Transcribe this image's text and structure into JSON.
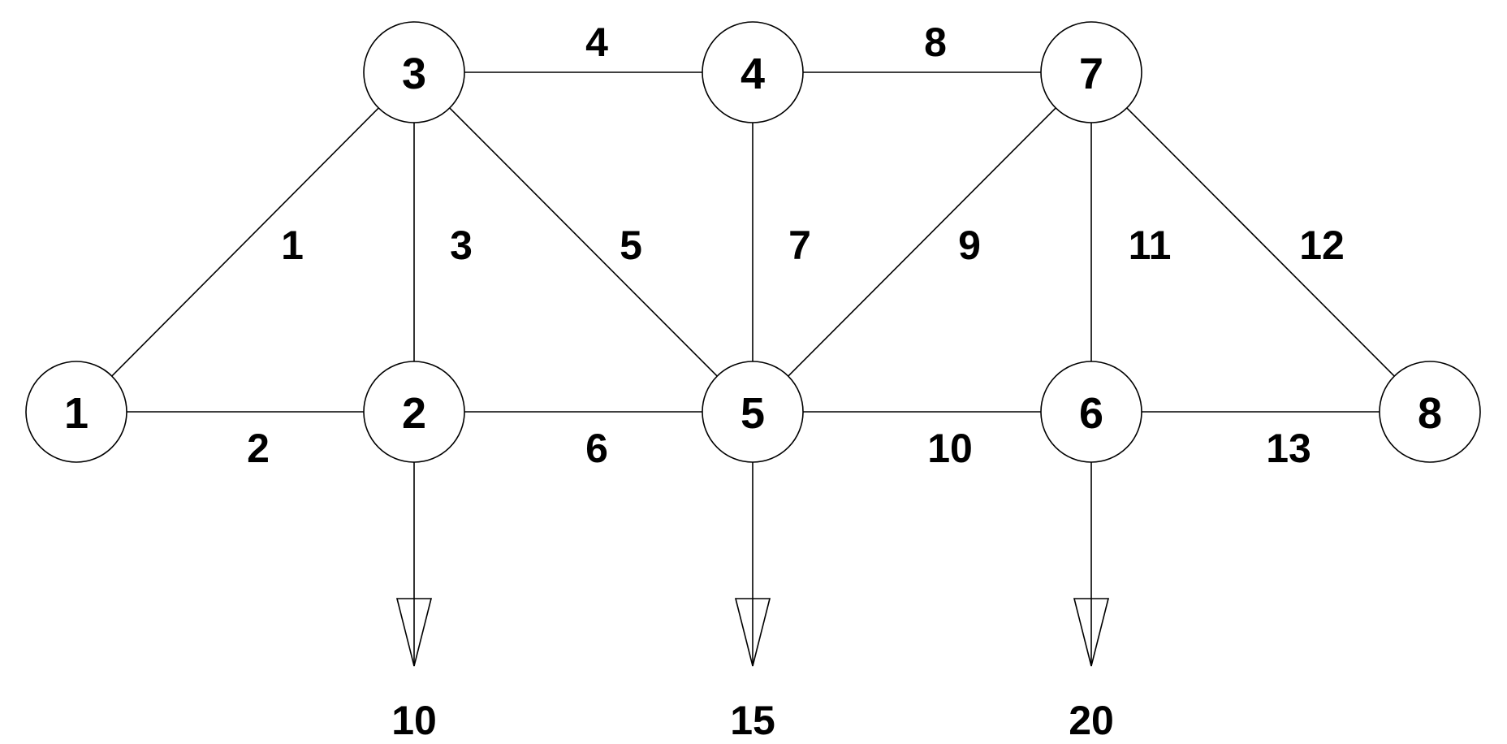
{
  "nodes": [
    {
      "id": "1",
      "label": "1"
    },
    {
      "id": "2",
      "label": "2"
    },
    {
      "id": "3",
      "label": "3"
    },
    {
      "id": "4",
      "label": "4"
    },
    {
      "id": "5",
      "label": "5"
    },
    {
      "id": "6",
      "label": "6"
    },
    {
      "id": "7",
      "label": "7"
    },
    {
      "id": "8",
      "label": "8"
    }
  ],
  "edges": [
    {
      "from": "1",
      "to": "3",
      "label": "1"
    },
    {
      "from": "1",
      "to": "2",
      "label": "2"
    },
    {
      "from": "2",
      "to": "3",
      "label": "3"
    },
    {
      "from": "3",
      "to": "4",
      "label": "4"
    },
    {
      "from": "3",
      "to": "5",
      "label": "5"
    },
    {
      "from": "2",
      "to": "5",
      "label": "6"
    },
    {
      "from": "4",
      "to": "5",
      "label": "7"
    },
    {
      "from": "4",
      "to": "7",
      "label": "8"
    },
    {
      "from": "5",
      "to": "7",
      "label": "9"
    },
    {
      "from": "5",
      "to": "6",
      "label": "10"
    },
    {
      "from": "6",
      "to": "7",
      "label": "11"
    },
    {
      "from": "7",
      "to": "8",
      "label": "12"
    },
    {
      "from": "6",
      "to": "8",
      "label": "13"
    }
  ],
  "loads": [
    {
      "node": "2",
      "value": "10"
    },
    {
      "node": "5",
      "value": "15"
    },
    {
      "node": "6",
      "value": "20"
    }
  ],
  "colors": {
    "stroke": "#000000",
    "fill": "#ffffff"
  }
}
